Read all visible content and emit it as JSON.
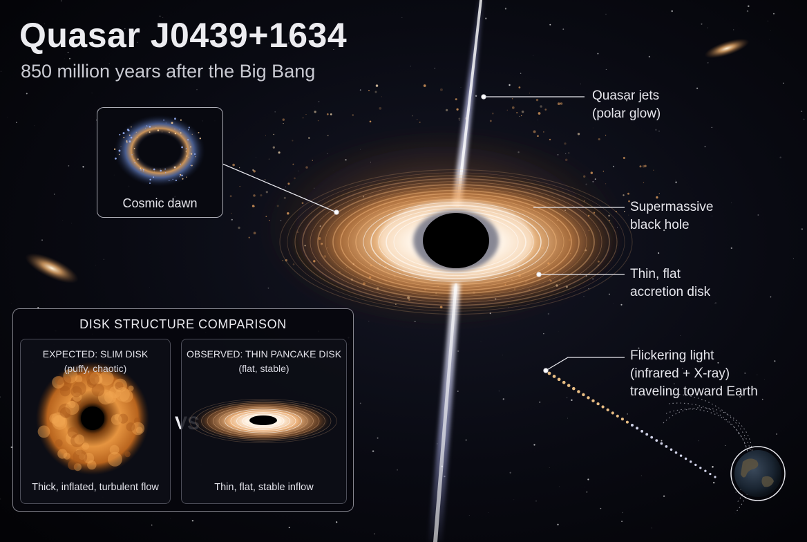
{
  "header": {
    "title": "Quasar J0439+1634",
    "subtitle": "850 million years after the Big Bang"
  },
  "callouts": {
    "jets": [
      "Quasar jets",
      "(polar glow)"
    ],
    "black_hole": [
      "Supermassive",
      "black hole"
    ],
    "disk": [
      "Thin, flat",
      "accretion disk"
    ],
    "light": [
      "Flickering light",
      "(infrared + X-ray)",
      "traveling toward Earth"
    ]
  },
  "inset": {
    "label": "Cosmic dawn"
  },
  "comparison": {
    "title": "DISK STRUCTURE COMPARISON",
    "vs": "VS",
    "expected": {
      "heading": "EXPECTED: SLIM DISK",
      "sub": "(puffy, chaotic)",
      "footer": "Thick, inflated, turbulent flow"
    },
    "observed": {
      "heading": "OBSERVED: THIN PANCAKE DISK",
      "sub": "(flat, stable)",
      "footer": "Thin, flat, stable inflow"
    }
  },
  "colors": {
    "disk": "#f0a964",
    "disk_core": "#fff1de",
    "jet": "#cfd2ff",
    "space": "#05060b",
    "label": "#e6e6ec"
  }
}
